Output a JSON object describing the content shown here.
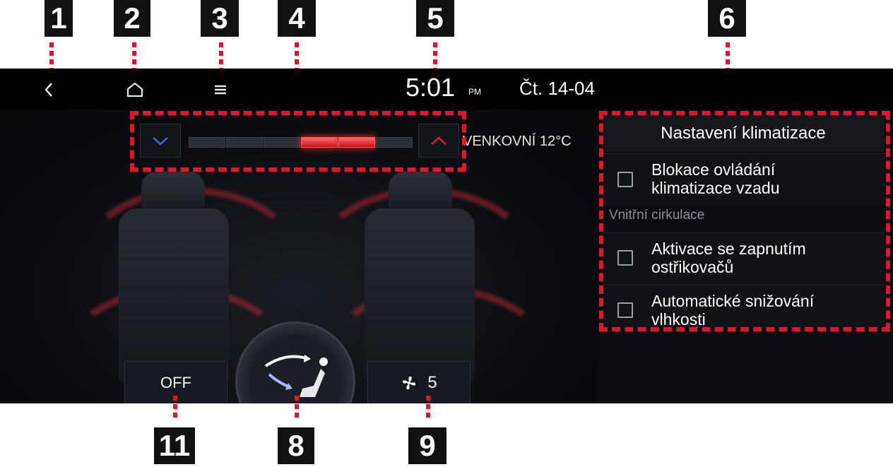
{
  "callouts": {
    "c1": "1",
    "c2": "2",
    "c3": "3",
    "c4": "4",
    "c5": "5",
    "c6": "6",
    "c11": "11",
    "c8": "8",
    "c9": "9"
  },
  "topbar": {
    "back_icon": "back-icon",
    "home_icon": "home-icon",
    "menu_icon": "menu-icon",
    "time": "5:01",
    "ampm": "PM",
    "date": "Čt. 14-04"
  },
  "climate": {
    "outside_temp": "VENKOVNÍ 12°C",
    "temp_level": 0.5,
    "off_label": "OFF",
    "fan_speed": "5"
  },
  "settings": {
    "title": "Nastavení klimatizace",
    "items": [
      {
        "label_line1": "Blokace ovládání",
        "label_line2": "klimatizace vzadu"
      },
      {
        "label_line1": "Aktivace se zapnutím",
        "label_line2": "ostřikovačů"
      },
      {
        "label_line1": "Automatické snižování",
        "label_line2": "vlhkosti"
      }
    ],
    "section": "Vnitřní cirkulace"
  },
  "colors": {
    "callout_bg": "#111111",
    "dash_red": "#e3152d",
    "temp_active": "#e81b2a",
    "cool_blue": "#3f6fd6"
  }
}
